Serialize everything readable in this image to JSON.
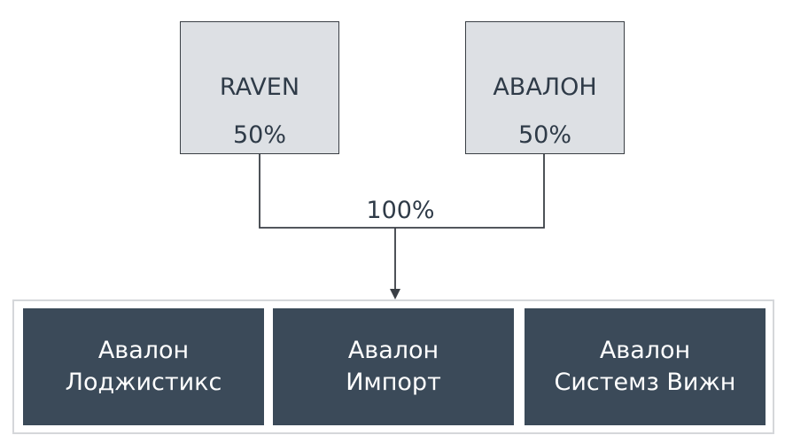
{
  "owners": [
    {
      "name": "RAVEN",
      "share": "50%"
    },
    {
      "name": "АВАЛОН",
      "share": "50%"
    }
  ],
  "total_share": "100%",
  "companies": [
    {
      "line1": "Авалон",
      "line2": "Лоджистикс"
    },
    {
      "line1": "Авалон",
      "line2": "Импорт"
    },
    {
      "line1": "Авалон",
      "line2": "Системз Вижн"
    }
  ],
  "colors": {
    "owner_fill": "#dde0e4",
    "company_fill": "#3b4a59",
    "text_dark": "#2f3b48",
    "line": "#3a3f45",
    "frame": "#d5d7da"
  }
}
